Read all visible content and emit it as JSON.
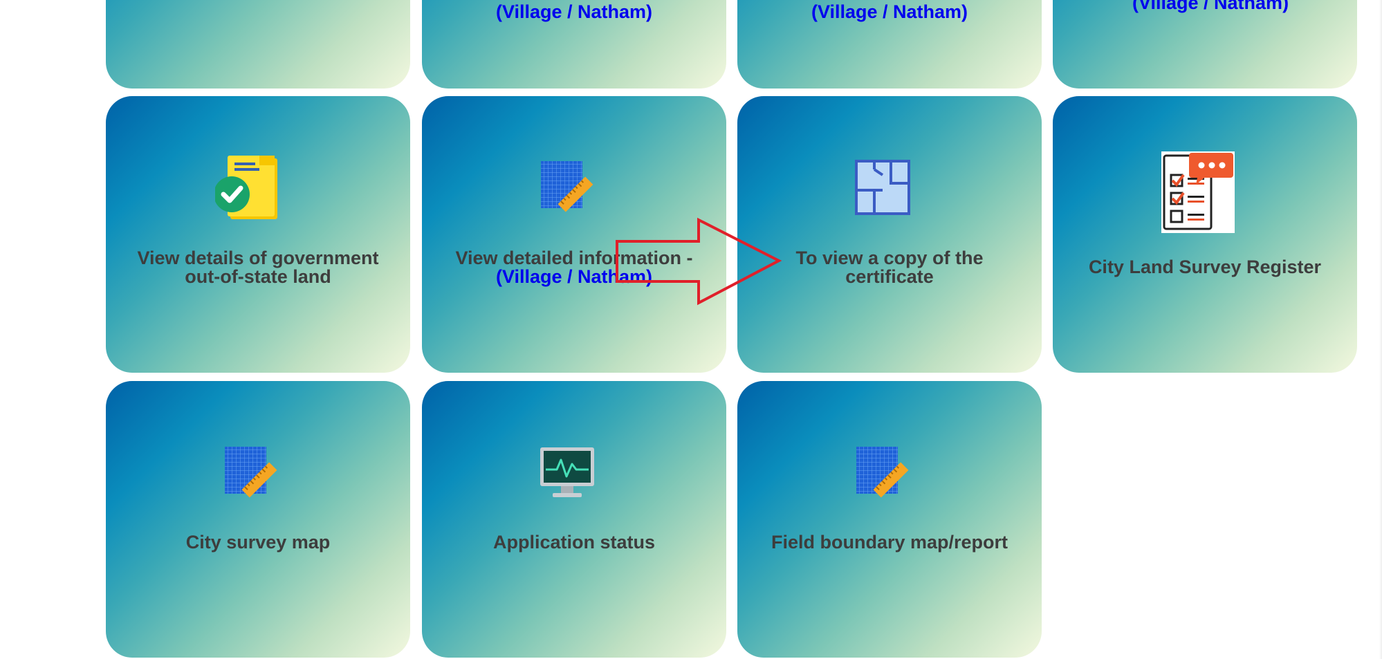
{
  "top_row": [
    {
      "subtitle": ""
    },
    {
      "subtitle": "(Village / Natham)"
    },
    {
      "subtitle": "(Village / Natham)"
    },
    {
      "subtitle": "(Village / Natham)"
    }
  ],
  "cards": [
    {
      "title": "View details of government out-of-state land",
      "subtitle": "",
      "icon": "document-check-icon"
    },
    {
      "title": "View detailed information -",
      "subtitle": "(Village / Natham)",
      "icon": "blueprint-ruler-icon"
    },
    {
      "title": "To view a copy of the certificate",
      "subtitle": "",
      "icon": "floor-plan-icon"
    },
    {
      "title": "City Land Survey Register",
      "subtitle": "",
      "icon": "checklist-chat-icon"
    },
    {
      "title": "City survey map",
      "subtitle": "",
      "icon": "blueprint-ruler-icon"
    },
    {
      "title": "Application status",
      "subtitle": "",
      "icon": "monitor-pulse-icon"
    },
    {
      "title": "Field boundary map/report",
      "subtitle": "",
      "icon": "blueprint-ruler-icon"
    }
  ],
  "annotation": {
    "icon": "red-arrow-icon",
    "color": "#e0202a"
  },
  "colors": {
    "card_start": "#0062a8",
    "card_end": "#f3f8df",
    "title": "#3d3d3d",
    "subtitle": "#0000ee"
  }
}
